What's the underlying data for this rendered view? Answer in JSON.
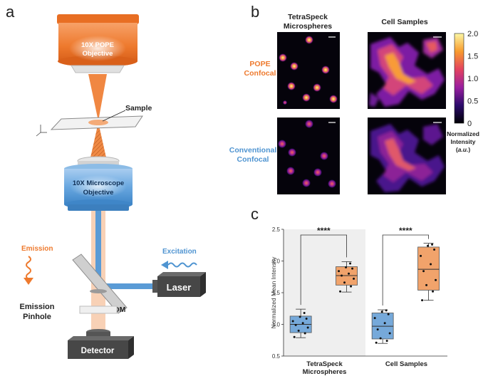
{
  "panel_a": {
    "letter": "a",
    "pope_objective": [
      "10X POPE",
      "Objective"
    ],
    "sample_label": "Sample",
    "microscope_objective": [
      "10X Microscope",
      "Objective"
    ],
    "emission_label": "Emission",
    "excitation_label": "Excitation",
    "laser_label": "Laser",
    "dm_label": "DM",
    "pinhole_label": [
      "Emission",
      "Pinhole"
    ],
    "detector_label": "Detector",
    "colors": {
      "orange": "#ee7a2e",
      "blue": "#4f94d1",
      "dark": "#404040"
    }
  },
  "panel_b": {
    "letter": "b",
    "col1": [
      "TetraSpeck",
      "Microspheres"
    ],
    "col2": "Cell Samples",
    "row1": [
      "POPE",
      "Confocal"
    ],
    "row2": [
      "Conventional",
      "Confocal"
    ],
    "colorbar_ticks": [
      "2.0",
      "1.5",
      "1.0",
      "0.5",
      "0"
    ],
    "colorbar_title": [
      "Normalized",
      "Intensity"
    ],
    "colorbar_unit": "a.u.",
    "colors": {
      "pope": "#ee7a2e",
      "conventional": "#4f94d1"
    }
  },
  "panel_c": {
    "letter": "c"
  },
  "chart_data": {
    "type": "box",
    "ylabel": "Normalized Mean Intensity",
    "ylim": [
      0.5,
      2.5
    ],
    "yticks": [
      "0.5",
      "1.0",
      "1.5",
      "2.0",
      "2.5"
    ],
    "groups": [
      {
        "label_lines": [
          "TetraSpeck",
          "Microspheres"
        ],
        "shaded": true
      },
      {
        "label_lines": [
          "Cell Samples"
        ],
        "shaded": false
      }
    ],
    "significance": "****",
    "boxes": [
      {
        "group": 0,
        "color": "#76a9da",
        "min": 0.79,
        "q1": 0.87,
        "median": 1.0,
        "q3": 1.13,
        "max": 1.24,
        "points": [
          0.8,
          0.86,
          0.9,
          0.95,
          0.99,
          1.02,
          1.05,
          1.09,
          1.12,
          1.18
        ]
      },
      {
        "group": 0,
        "color": "#f1a36b",
        "min": 1.51,
        "q1": 1.62,
        "median": 1.77,
        "q3": 1.91,
        "max": 1.99,
        "points": [
          1.52,
          1.6,
          1.66,
          1.72,
          1.77,
          1.8,
          1.84,
          1.88,
          1.9,
          1.96
        ]
      },
      {
        "group": 1,
        "color": "#76a9da",
        "min": 0.7,
        "q1": 0.77,
        "median": 0.97,
        "q3": 1.18,
        "max": 1.23,
        "points": [
          0.71,
          0.74,
          0.78,
          0.86,
          0.92,
          1.02,
          1.1,
          1.16,
          1.2,
          1.22
        ]
      },
      {
        "group": 1,
        "color": "#f1a36b",
        "min": 1.38,
        "q1": 1.54,
        "median": 1.87,
        "q3": 2.22,
        "max": 2.28,
        "points": [
          1.38,
          1.52,
          1.62,
          1.7,
          1.84,
          1.95,
          2.08,
          2.18,
          2.24,
          2.26
        ]
      }
    ]
  }
}
